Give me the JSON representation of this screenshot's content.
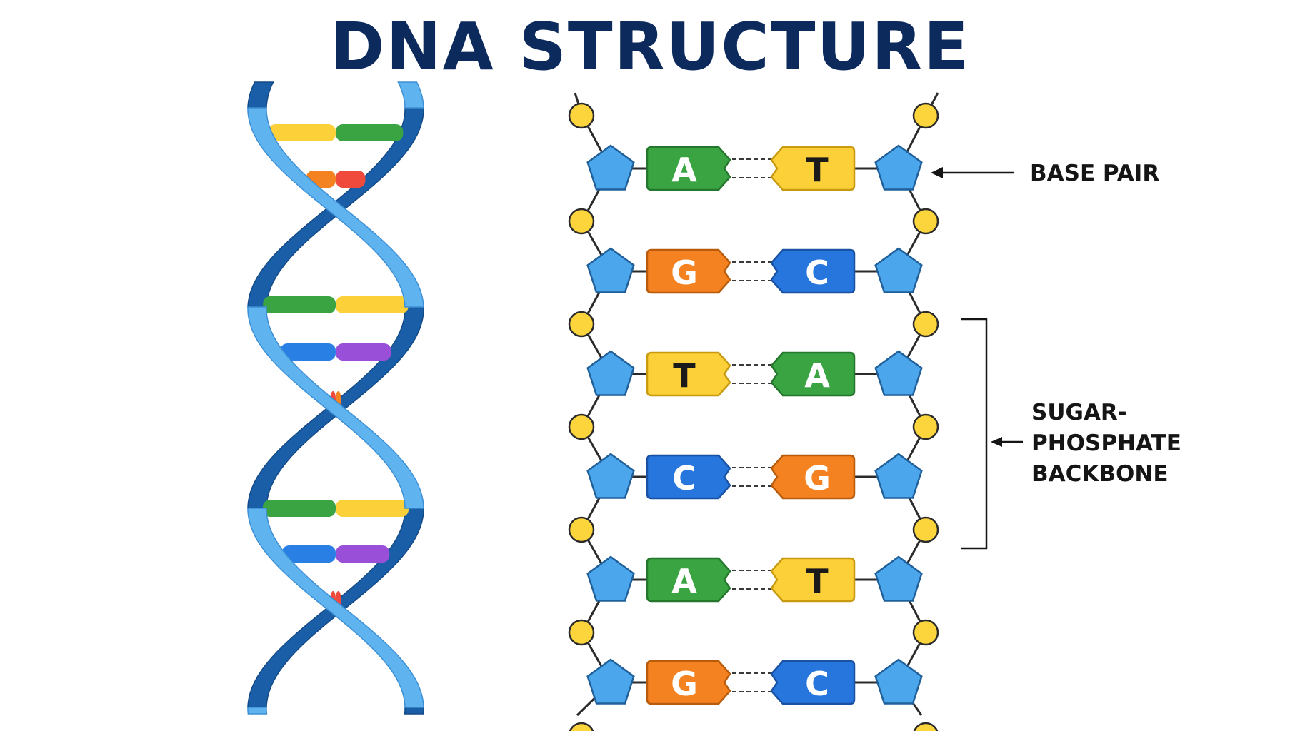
{
  "title": "DNA STRUCTURE",
  "colors": {
    "A": "#3aa443",
    "T": "#fcd038",
    "G": "#f58220",
    "C": "#2776dd",
    "sugar": "#4ca6ec",
    "phosphate": "#fcd43c",
    "helix_front": "#5fb4f0",
    "helix_back": "#1a5ea8",
    "title": "#0d2a5c"
  },
  "base_pairs": [
    {
      "left": "A",
      "right": "T"
    },
    {
      "left": "G",
      "right": "C"
    },
    {
      "left": "T",
      "right": "A"
    },
    {
      "left": "C",
      "right": "G"
    },
    {
      "left": "A",
      "right": "T"
    },
    {
      "left": "G",
      "right": "C"
    }
  ],
  "labels": {
    "base_pair": "BASE PAIR",
    "backbone_line1": "SUGAR-",
    "backbone_line2": "PHOSPHATE",
    "backbone_line3": "BACKBONE"
  },
  "helix_rungs": [
    {
      "left": "yellow",
      "right": "green"
    },
    {
      "left": "orange",
      "right": "red"
    },
    {
      "left": "green",
      "right": "yellow"
    },
    {
      "left": "blue",
      "right": "purple"
    },
    {
      "left": "red",
      "right": "orange"
    },
    {
      "left": "green",
      "right": "yellow"
    },
    {
      "left": "blue",
      "right": "purple"
    },
    {
      "left": "red",
      "right": "red"
    }
  ]
}
